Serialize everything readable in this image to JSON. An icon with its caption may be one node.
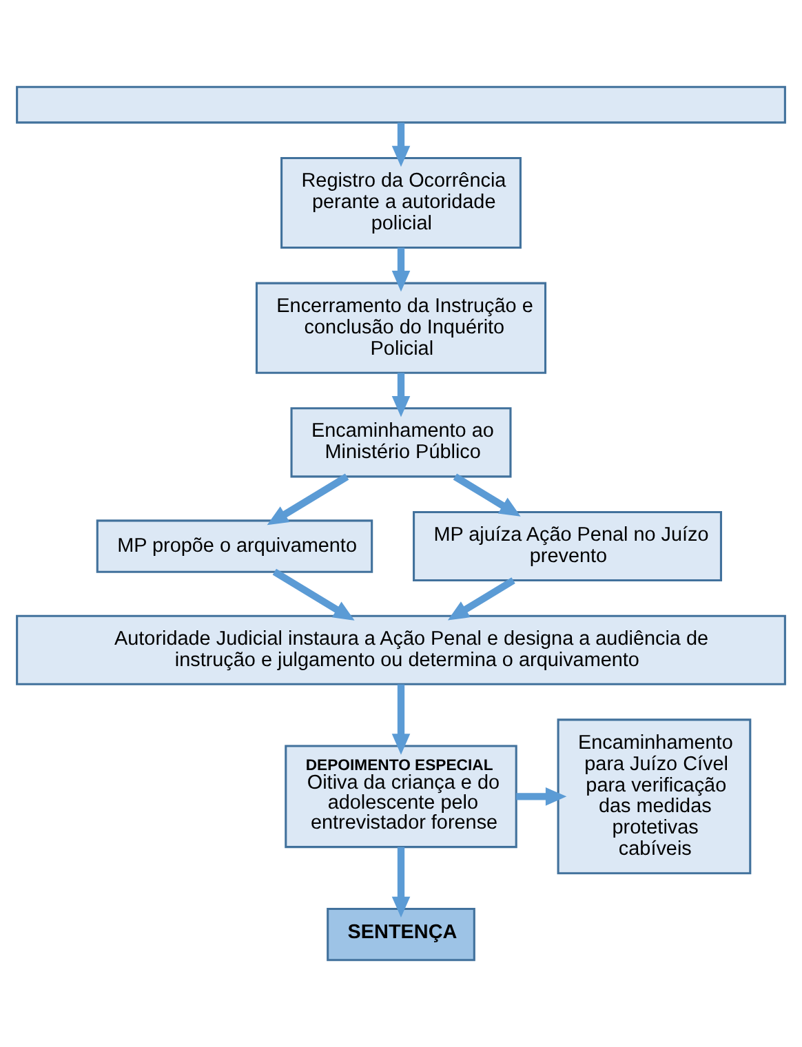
{
  "diagram": {
    "nodes": [
      {
        "text": [],
        "shape": "box"
      },
      {
        "text": [
          "Registro da Ocorrência perante a autoridade policial"
        ]
      },
      {
        "text": [
          "Encerramento da Instrução e conclusão do Inquérito Policial"
        ]
      },
      {
        "text": [
          "Encaminhamento ao Ministério Público"
        ]
      },
      {
        "text": [
          "MP propõe o arquivamento"
        ]
      },
      {
        "text": [
          "MP ajuíza Ação Penal no Juízo prevento"
        ]
      },
      {
        "text": [
          "Autoridade Judicial instaura a Ação Penal e designa a audiência de instrução e julgamento ou determina o arquivamento"
        ]
      },
      {
        "text": [
          "DEPOIMENTO ESPECIAL",
          "Oitiva da criança e do adolescente pelo entrevistador forense"
        ]
      },
      {
        "text": [
          "Encaminhamento para Juízo Cível para verificação das medidas protetivas cabíveis"
        ]
      },
      {
        "text": [
          "SENTENÇA"
        ]
      }
    ],
    "edges": [
      {
        "from": 0,
        "to": 1,
        "arrow": "to"
      },
      {
        "from": 1,
        "to": 2,
        "arrow": "to"
      },
      {
        "from": 2,
        "to": 3,
        "arrow": "to"
      },
      {
        "from": 3,
        "to": 4,
        "arrow": "to"
      },
      {
        "from": 3,
        "to": 5,
        "arrow": "to"
      },
      {
        "from": 4,
        "to": 6,
        "arrow": "to"
      },
      {
        "from": 5,
        "to": 6,
        "arrow": "to"
      },
      {
        "from": 6,
        "to": 7,
        "arrow": "to"
      },
      {
        "from": 7,
        "to": 8,
        "arrow": "to"
      },
      {
        "from": 7,
        "to": 9,
        "arrow": "to"
      }
    ]
  }
}
